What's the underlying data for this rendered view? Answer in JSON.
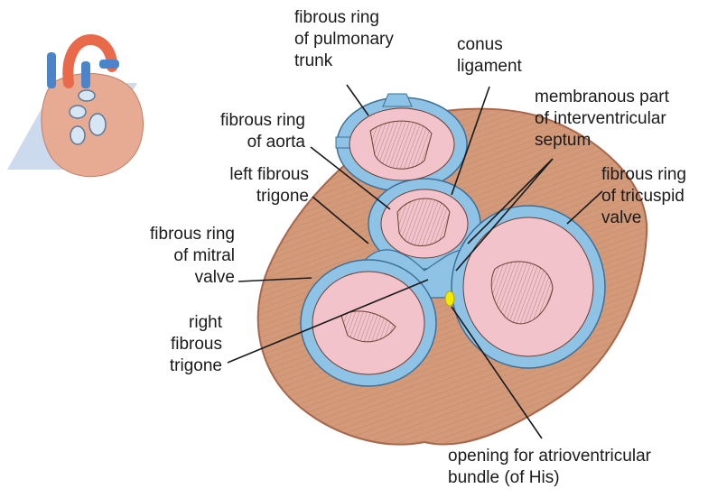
{
  "labels": {
    "pulmonary_trunk_ring": [
      "fibrous ring",
      "of pulmonary",
      "trunk"
    ],
    "conus_ligament": [
      "conus",
      "ligament"
    ],
    "membranous_septum": [
      "membranous part",
      "of interventricular",
      "septum"
    ],
    "aorta_ring": [
      "fibrous ring",
      "of aorta"
    ],
    "left_trigone": [
      "left fibrous",
      "trigone"
    ],
    "tricuspid_ring": [
      "fibrous ring",
      "of tricuspid",
      "valve"
    ],
    "mitral_ring": [
      "fibrous ring",
      "of mitral",
      "valve"
    ],
    "right_trigone": [
      "right",
      "fibrous",
      "trigone"
    ],
    "av_bundle_opening": [
      "opening for atrioventricular",
      "bundle (of His)"
    ]
  },
  "colors": {
    "muscle": "#d39a7a",
    "muscle_stroke": "#a8674a",
    "fibrous_skeleton": "#8fc3e6",
    "valve_tissue": "#f3c3cc",
    "chordae": "#b0785a",
    "bundle_opening": "#f2ea00",
    "leader": "#1a1a1a"
  }
}
